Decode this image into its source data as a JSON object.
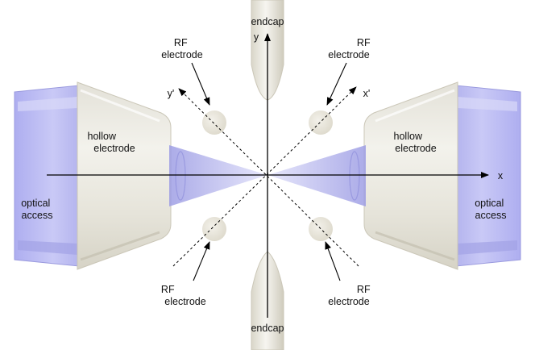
{
  "labels": {
    "endcap_top": "endcap",
    "endcap_bottom": "endcap",
    "rf_top_left": [
      "RF",
      "electrode"
    ],
    "rf_top_right": [
      "RF",
      "electrode"
    ],
    "rf_bottom_left": [
      "RF",
      "electrode"
    ],
    "rf_bottom_right": [
      "RF",
      "electrode"
    ],
    "hollow_left": [
      "hollow",
      "electrode"
    ],
    "hollow_right": [
      "hollow",
      "electrode"
    ],
    "optical_left": [
      "optical",
      "access"
    ],
    "optical_right": [
      "optical",
      "access"
    ],
    "axis_x": "x",
    "axis_y": "y",
    "axis_x_prime": "x'",
    "axis_y_prime": "y'"
  },
  "colors": {
    "optical_window": "#b9b9f2",
    "optical_window_edge": "#8f8fdc",
    "electrode_metal": "#eceae2",
    "electrode_shadow": "#cfcbbd",
    "axis": "#000000",
    "background": "#ffffff"
  }
}
